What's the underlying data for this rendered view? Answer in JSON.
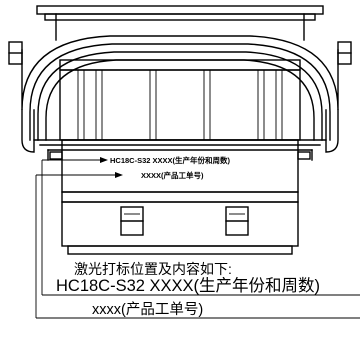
{
  "diagram": {
    "inline_marking": {
      "line1": "HC18C-S32  XXXX(生产年份和周数)",
      "line2": "XXXX(产品工单号)"
    },
    "callout": {
      "heading": "激光打标位置及内容如下:",
      "model_line": "HC18C-S32  XXXX(生产年份和周数)",
      "order_line": "xxxx(产品工单号)"
    }
  }
}
